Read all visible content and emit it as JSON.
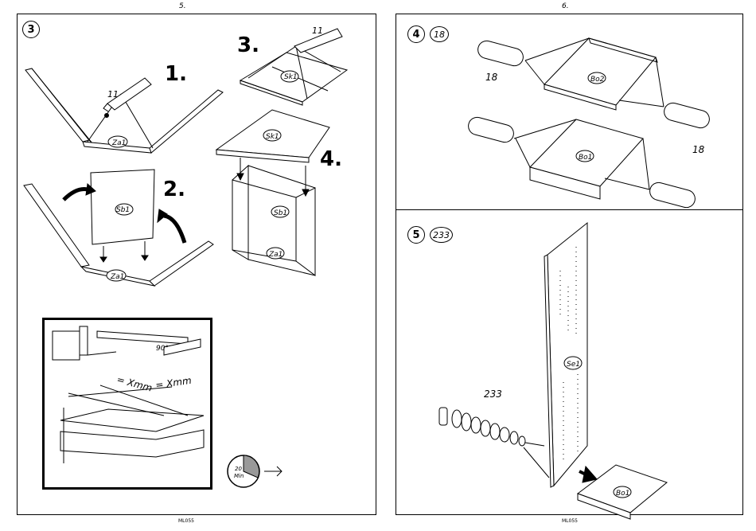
{
  "pages": [
    {
      "number": "5.",
      "footer": "ML055",
      "step": "3"
    },
    {
      "number": "6.",
      "footer": "ML055"
    }
  ],
  "left": {
    "substeps": [
      "1.",
      "2.",
      "3.",
      "4."
    ],
    "glue_label": "11",
    "part_labels": {
      "za1": "Za1",
      "sb1": "Sb1",
      "sk1": "Sk1"
    },
    "inset": {
      "angle": "90°",
      "measure1": "= Xmm",
      "measure2": "= Xmm"
    },
    "timer": {
      "value": "20",
      "unit": "Min"
    }
  },
  "right": {
    "step4": {
      "number": "4",
      "count": "18",
      "qty_left": "18",
      "qty_right": "18",
      "parts": {
        "top": "Bo2",
        "bottom": "Bo1"
      }
    },
    "step5": {
      "number": "5",
      "count": "233",
      "qty": "233",
      "parts": {
        "side": "Se1",
        "shelf": "Bo1"
      }
    }
  }
}
